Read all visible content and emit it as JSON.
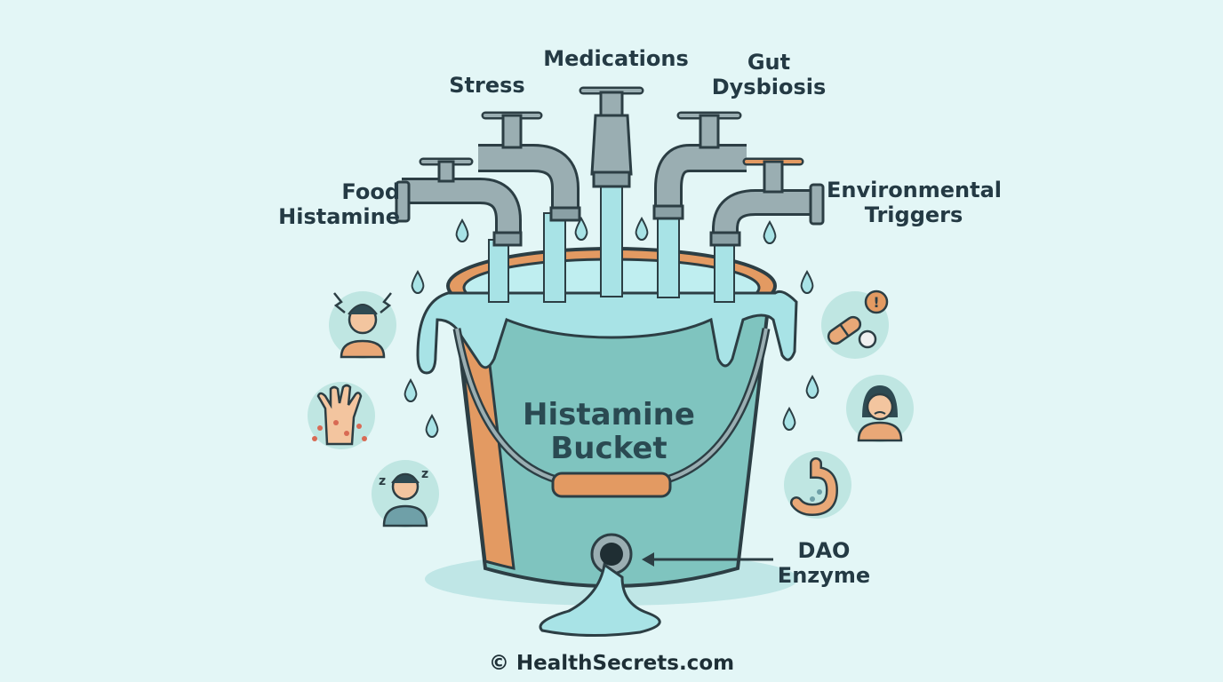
{
  "sources": {
    "food": [
      "Food",
      "Histamine"
    ],
    "stress": "Stress",
    "medications": "Medications",
    "gut": [
      "Gut",
      "Dysbiosis"
    ],
    "environmental": [
      "Environmental",
      "Triggers"
    ]
  },
  "bucket": {
    "title_line1": "Histamine",
    "title_line2": "Bucket"
  },
  "outflow": [
    "DAO",
    "Enzyme"
  ],
  "symptoms_left": [
    "headache-face-icon",
    "skin-rash-hand-icon",
    "fatigue-sleep-icon"
  ],
  "symptoms_right": [
    "pills-warning-icon",
    "sad-face-icon",
    "stomach-icon"
  ],
  "footer": {
    "copyright": "© HealthSecrets.com"
  },
  "colors": {
    "background": "#e3f6f6",
    "water": "#a8e3e6",
    "bucket": "#7fc4bf",
    "bucket_rim": "#e39a62",
    "faucet": "#9aaeb2",
    "outline": "#2c3e44"
  }
}
